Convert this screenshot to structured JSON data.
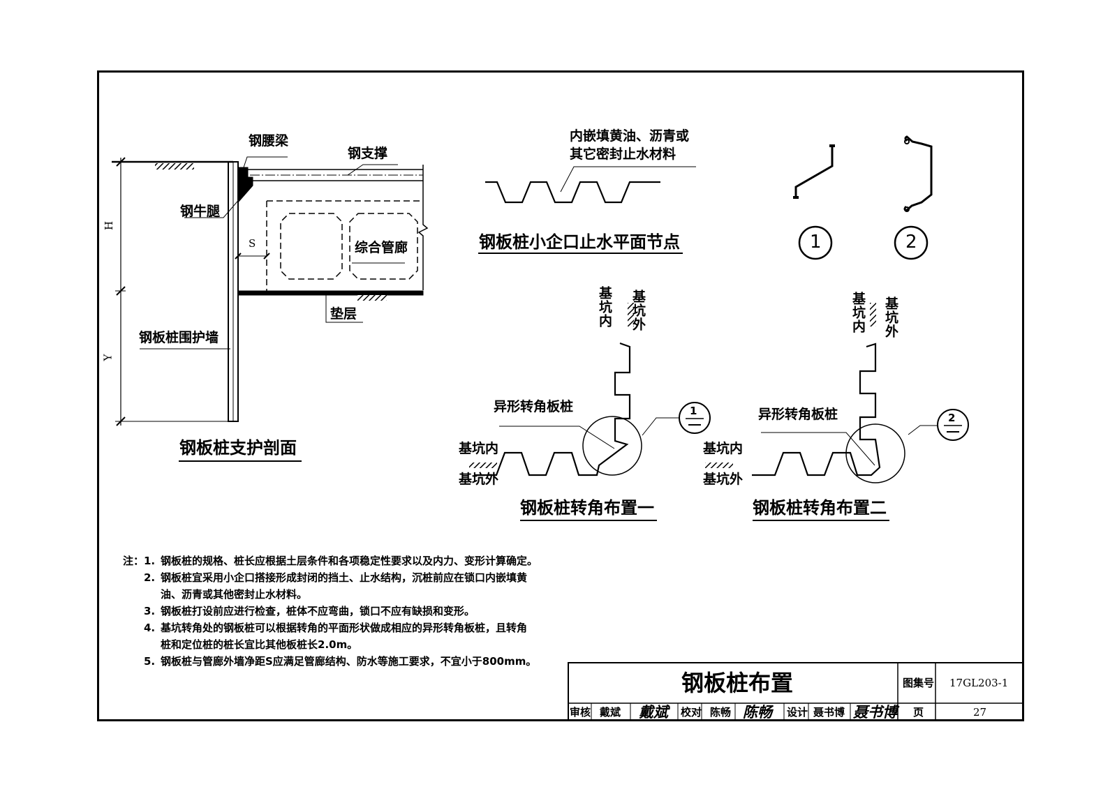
{
  "section": {
    "title": "钢板桩支护剖面",
    "labels": {
      "waist_beam": "钢腰梁",
      "strut": "钢支撑",
      "bracket": "钢牛腿",
      "utility_tunnel": "综合管廊",
      "cushion": "垫层",
      "wall": "钢板桩围护墙",
      "dim_h": "H",
      "dim_y": "Y",
      "dim_s": "S"
    }
  },
  "lock_node": {
    "title": "钢板桩小企口止水平面节点",
    "note_line1": "内嵌填黄油、沥青或",
    "note_line2": "其它密封止水材料"
  },
  "details": {
    "one": "1",
    "two": "2"
  },
  "corner1": {
    "title": "钢板桩转角布置一",
    "top_inner": "基坑内",
    "top_outer": "基坑外",
    "special_pile": "异形转角板桩",
    "left_inner": "基坑内",
    "left_outer": "基坑外",
    "callout": "1"
  },
  "corner2": {
    "title": "钢板桩转角布置二",
    "top_inner": "基坑内",
    "top_outer": "基坑外",
    "special_pile": "异形转角板桩",
    "left_inner": "基坑内",
    "left_outer": "基坑外",
    "callout": "2"
  },
  "notes": {
    "lead": "注：",
    "items": [
      {
        "num": "1.",
        "text": "钢板桩的规格、桩长应根据土层条件和各项稳定性要求以及内力、变形计算确定。"
      },
      {
        "num": "2.",
        "text": "钢板桩宜采用小企口搭接形成封闭的挡土、止水结构，沉桩前应在锁口内嵌填黄"
      },
      {
        "num": "",
        "text": "油、沥青或其他密封止水材料。"
      },
      {
        "num": "3.",
        "text": "钢板桩打设前应进行检查，桩体不应弯曲，锁口不应有缺损和变形。"
      },
      {
        "num": "4.",
        "text": "基坑转角处的钢板桩可以根据转角的平面形状做成相应的异形转角板桩，且转角"
      },
      {
        "num": "",
        "text": "桩和定位桩的桩长宜比其他板桩长2.0m。"
      },
      {
        "num": "5.",
        "text": "钢板桩与管廊外墙净距S应满足管廊结构、防水等施工要求，不宜小于800mm。"
      }
    ]
  },
  "title_block": {
    "drawing_title": "钢板桩布置",
    "atlas_label": "图集号",
    "atlas_no": "17GL203-1",
    "review_label": "审核",
    "reviewer": "戴斌",
    "reviewer_sig": "戴斌",
    "check_label": "校对",
    "checker": "陈畅",
    "checker_sig": "陈畅",
    "design_label": "设计",
    "designer": "聂书博",
    "designer_sig": "聂书博",
    "page_label": "页",
    "page_no": "27"
  }
}
